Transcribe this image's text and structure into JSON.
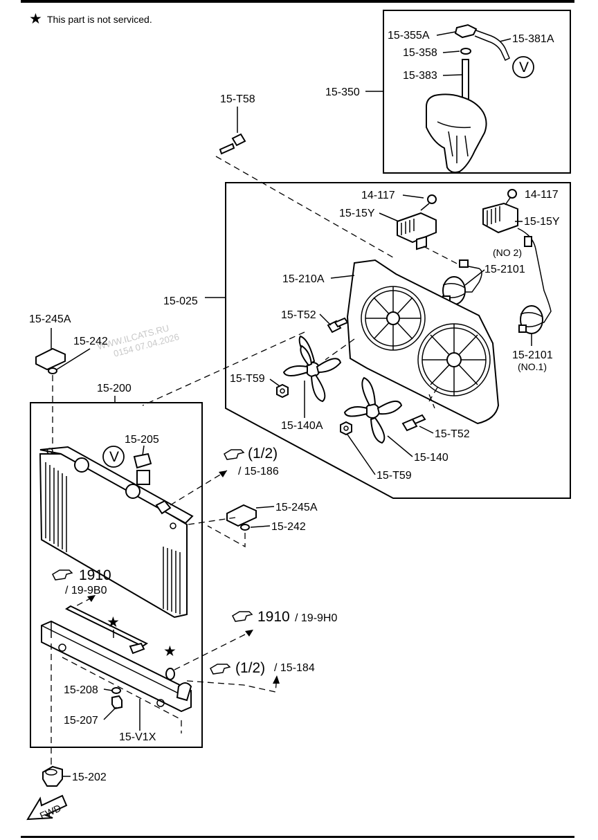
{
  "note": {
    "star": "★",
    "text": "This part is not serviced."
  },
  "watermark": {
    "line1": "WWW.ILCATS.RU",
    "line2": "0154 07.04.2026"
  },
  "labels": {
    "p15_355a": "15-355A",
    "p15_381a": "15-381A",
    "p15_358": "15-358",
    "p15_383": "15-383",
    "p15_350": "15-350",
    "v_reservoir": "V",
    "p15_t58": "15-T58",
    "p14_117_left": "14-117",
    "p14_117_right": "14-117",
    "p15_15y_left": "15-15Y",
    "p15_15y_right": "15-15Y",
    "no2": "(NO 2)",
    "p15_2101_no2": "15-2101",
    "p15_210a": "15-210A",
    "p15_025": "15-025",
    "p15_t52_left": "15-T52",
    "p15_2101_no1": "15-2101",
    "no1": "(NO.1)",
    "p15_245a_left": "15-245A",
    "p15_242_left": "15-242",
    "p15_t59_left": "15-T59",
    "p15_200": "15-200",
    "p15_140a": "15-140A",
    "p15_t52_right": "15-T52",
    "p15_140": "15-140",
    "p15_t59_right": "15-T59",
    "p15_205": "15-205",
    "v_radiator": "V",
    "ref_12_a": "(1/2)",
    "ref_15_186": "/ 15-186",
    "p15_245a_right": "15-245A",
    "p15_242_right": "15-242",
    "ref_1910_a": "1910",
    "ref_19_9b0": "/ 19-9B0",
    "ref_1910_b": "1910",
    "ref_19_9h0": "/ 19-9H0",
    "ref_12_b": "(1/2)",
    "ref_15_184": "/ 15-184",
    "p15_208": "15-208",
    "p15_207": "15-207",
    "p15_v1x": "15-V1X",
    "p15_202": "15-202",
    "fwd": "FWD"
  }
}
